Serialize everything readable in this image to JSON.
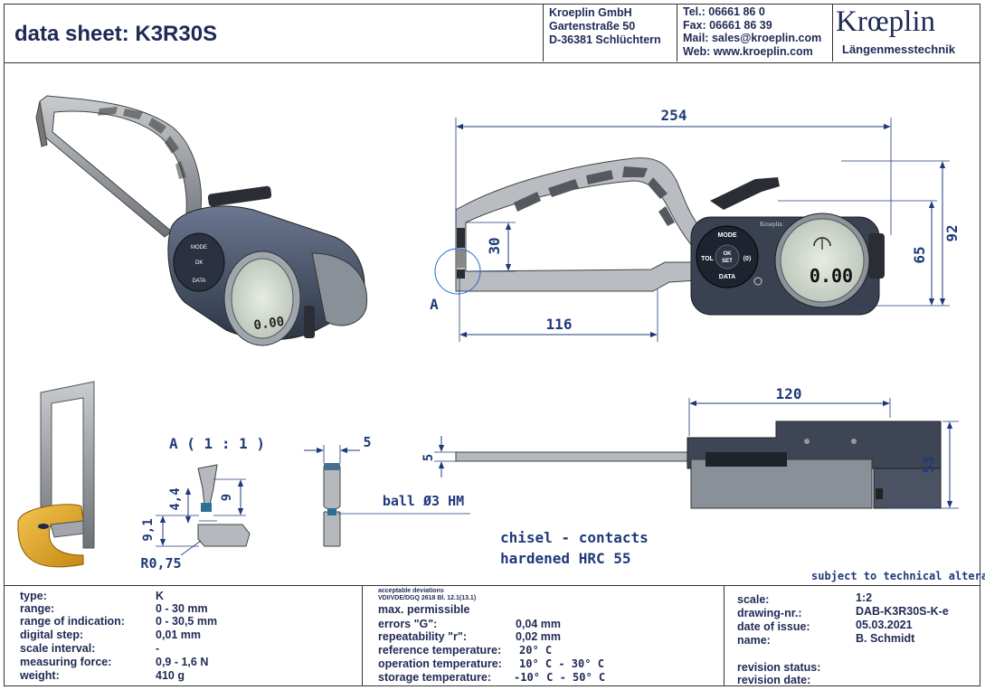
{
  "header": {
    "title": "data sheet:  K3R30S",
    "company_lines": [
      "Kroeplin GmbH",
      "Gartenstraße 50",
      "D-36381 Schlüchtern"
    ],
    "contact_lines": [
      "Tel.:  06661 86 0",
      "Fax:  06661 86 39",
      "Mail: sales@kroeplin.com",
      "Web: www.kroeplin.com"
    ],
    "logo_text": "Krœplin",
    "logo_subtitle": "Längenmesstechnik"
  },
  "drawing": {
    "dim_254": "254",
    "dim_92": "92",
    "dim_65": "65",
    "dim_30": "30",
    "dim_116": "116",
    "detail_marker": "A",
    "dim_120": "120",
    "dim_53": "53",
    "dim_5_top": "5",
    "dim_5_side": "5",
    "detail_title": "A ( 1 : 1 )",
    "dim_4_4": "4,4",
    "dim_9": "9",
    "dim_9_1": "9,1",
    "radius": "R0,75",
    "ball_label": "ball Ø3 HM",
    "contacts_line1": "chisel - contacts",
    "contacts_line2": "hardened HRC 55",
    "alterations": "subject to technical alterations",
    "gauge_brand": "Kroeplin",
    "button_mode": "MODE",
    "button_ok": "OK",
    "button_set": "SET",
    "button_tol": "TOL",
    "button_data": "DATA",
    "display_value": "0.00"
  },
  "specs": {
    "rows": [
      {
        "label": "type:",
        "value": "K"
      },
      {
        "label": "range:",
        "value": "0 - 30 mm"
      },
      {
        "label": "range of indication:",
        "value": "0 - 30,5 mm"
      },
      {
        "label": "digital step:",
        "value": "0,01 mm"
      },
      {
        "label": "scale interval:",
        "value": "-"
      },
      {
        "label": "measuring force:",
        "value": "0,9 - 1,6 N"
      },
      {
        "label": "weight:",
        "value": "410 g"
      }
    ]
  },
  "deviations": {
    "small_line1": "acceptable deviations",
    "small_line2": "VDI/VDE/DGQ 2618 Bl. 12.1(13.1)",
    "heading": "max. permissible",
    "rows": [
      {
        "label": "errors \"G\":",
        "value": "0,04 mm"
      },
      {
        "label": "repeatability \"r\":",
        "value": "0,02 mm"
      },
      {
        "label": "reference temperature:",
        "value": "20° C"
      },
      {
        "label": "operation temperature:",
        "value": "10° C - 30° C"
      },
      {
        "label": "storage temperature:",
        "value": "-10° C - 50° C"
      }
    ]
  },
  "admin": {
    "rows": [
      {
        "label": "scale:",
        "value": "1:2"
      },
      {
        "label": "drawing-nr.:",
        "value": "DAB-K3R30S-K-e"
      },
      {
        "label": "date of issue:",
        "value": "05.03.2021"
      },
      {
        "label": "name:",
        "value": "B. Schmidt"
      }
    ],
    "revision_status": "revision status:",
    "revision_date": "revision date:"
  }
}
